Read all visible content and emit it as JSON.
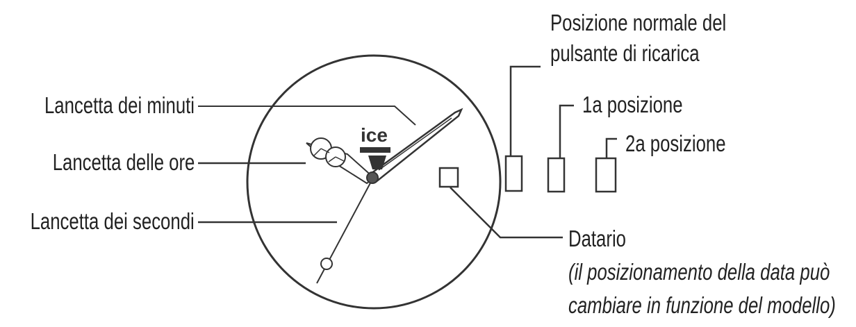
{
  "labels": {
    "minute_hand": "Lancetta dei minuti",
    "hour_hand": "Lancetta delle ore",
    "second_hand": "Lancetta dei secondi",
    "crown_normal_line1": "Posizione normale del",
    "crown_normal_line2": "pulsante di ricarica",
    "crown_position_1": "1a posizione",
    "crown_position_2": "2a posizione",
    "date": "Datario",
    "date_note_line1": "(il posizionamento della data può",
    "date_note_line2": "cambiare in funzione del modello)"
  },
  "dial": {
    "logo_text": "ice"
  },
  "colors": {
    "ink": "#222222",
    "background": "#ffffff"
  }
}
